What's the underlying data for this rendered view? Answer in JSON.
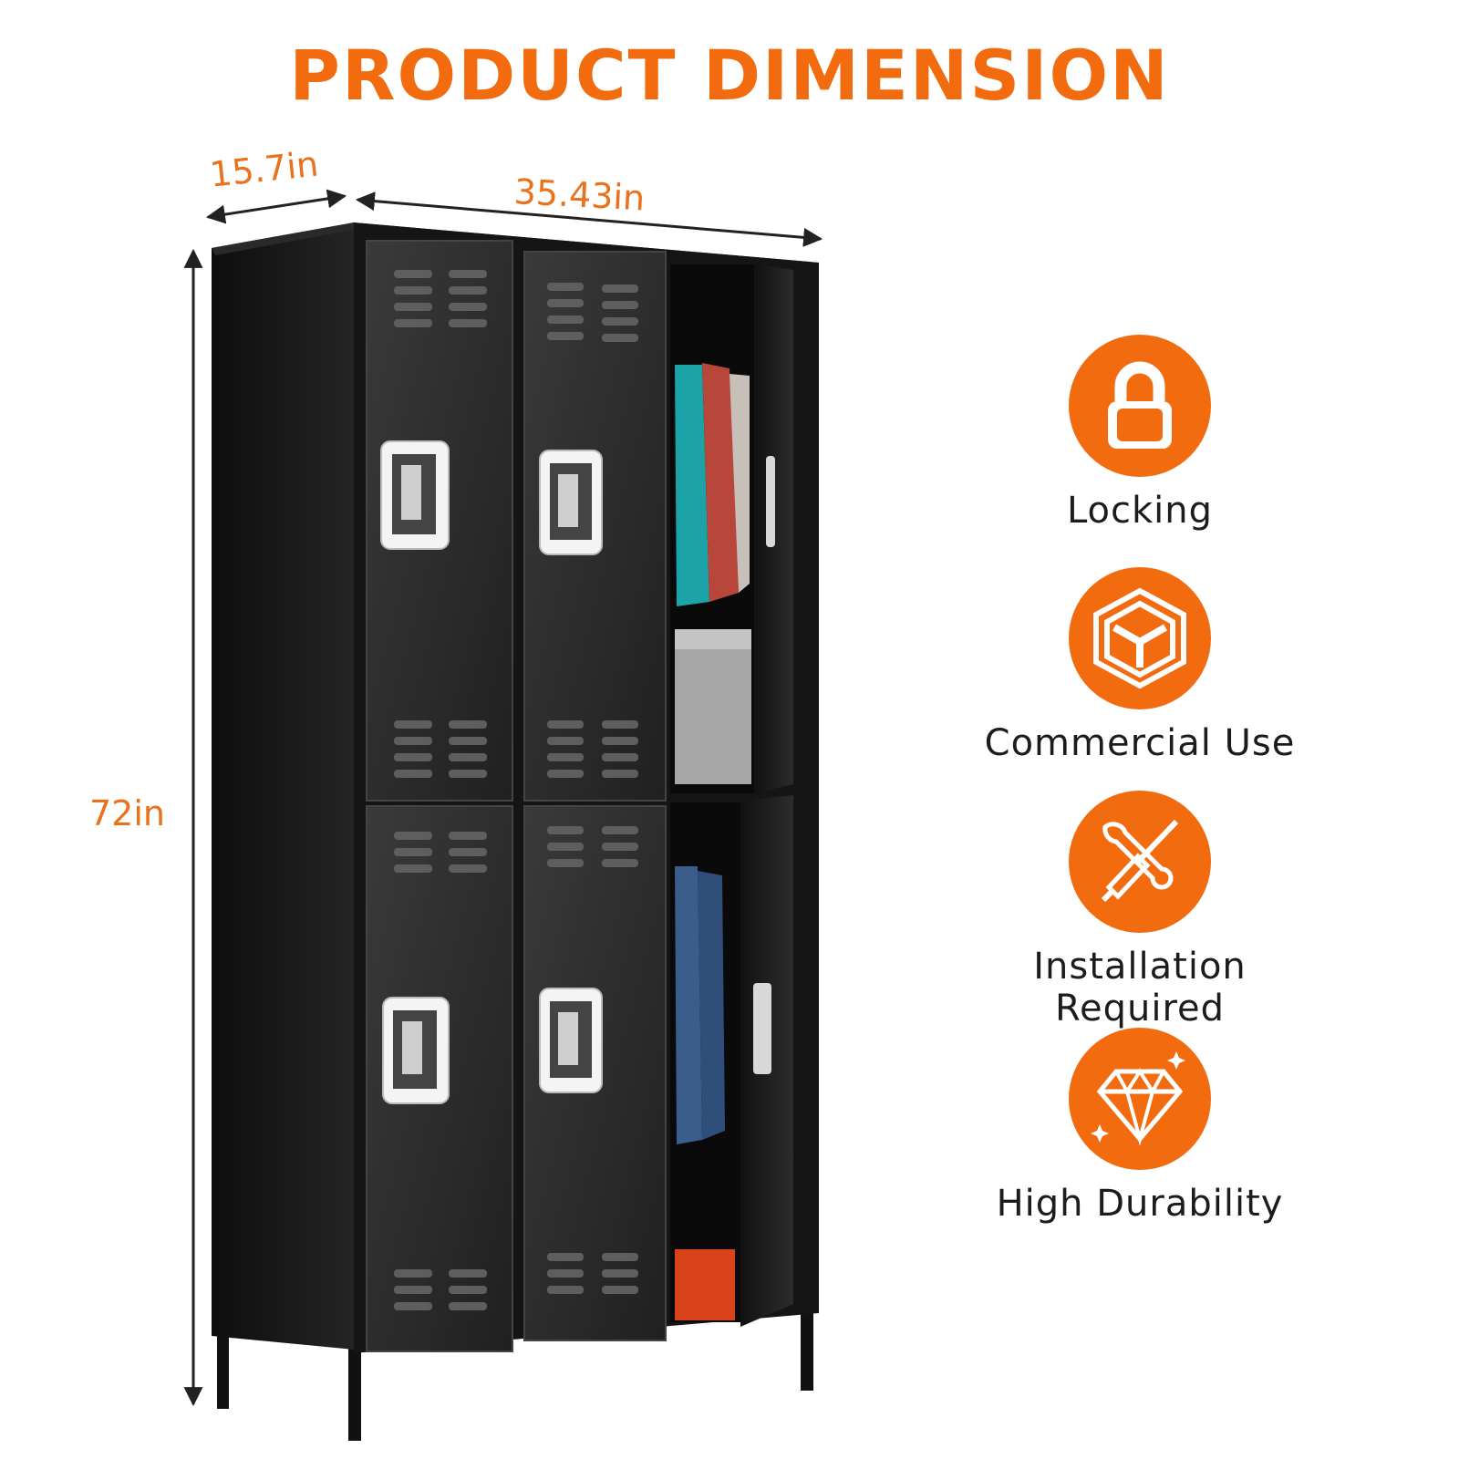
{
  "title": "PRODUCT DIMENSION",
  "dimensions": {
    "depth": "15.7in",
    "width": "35.43in",
    "height": "72in"
  },
  "features": [
    {
      "label": "Locking",
      "icon": "padlock-icon"
    },
    {
      "label": "Commercial Use",
      "icon": "cube-icon"
    },
    {
      "label": "Installation Required",
      "icon": "wrench-screwdriver-icon"
    },
    {
      "label": "High Durability",
      "icon": "diamond-icon"
    }
  ],
  "colors": {
    "accent": "#f26b0f",
    "dimension_text": "#e9721d",
    "locker_body": "#1a1a1a",
    "label_text": "#1c1c1c"
  }
}
